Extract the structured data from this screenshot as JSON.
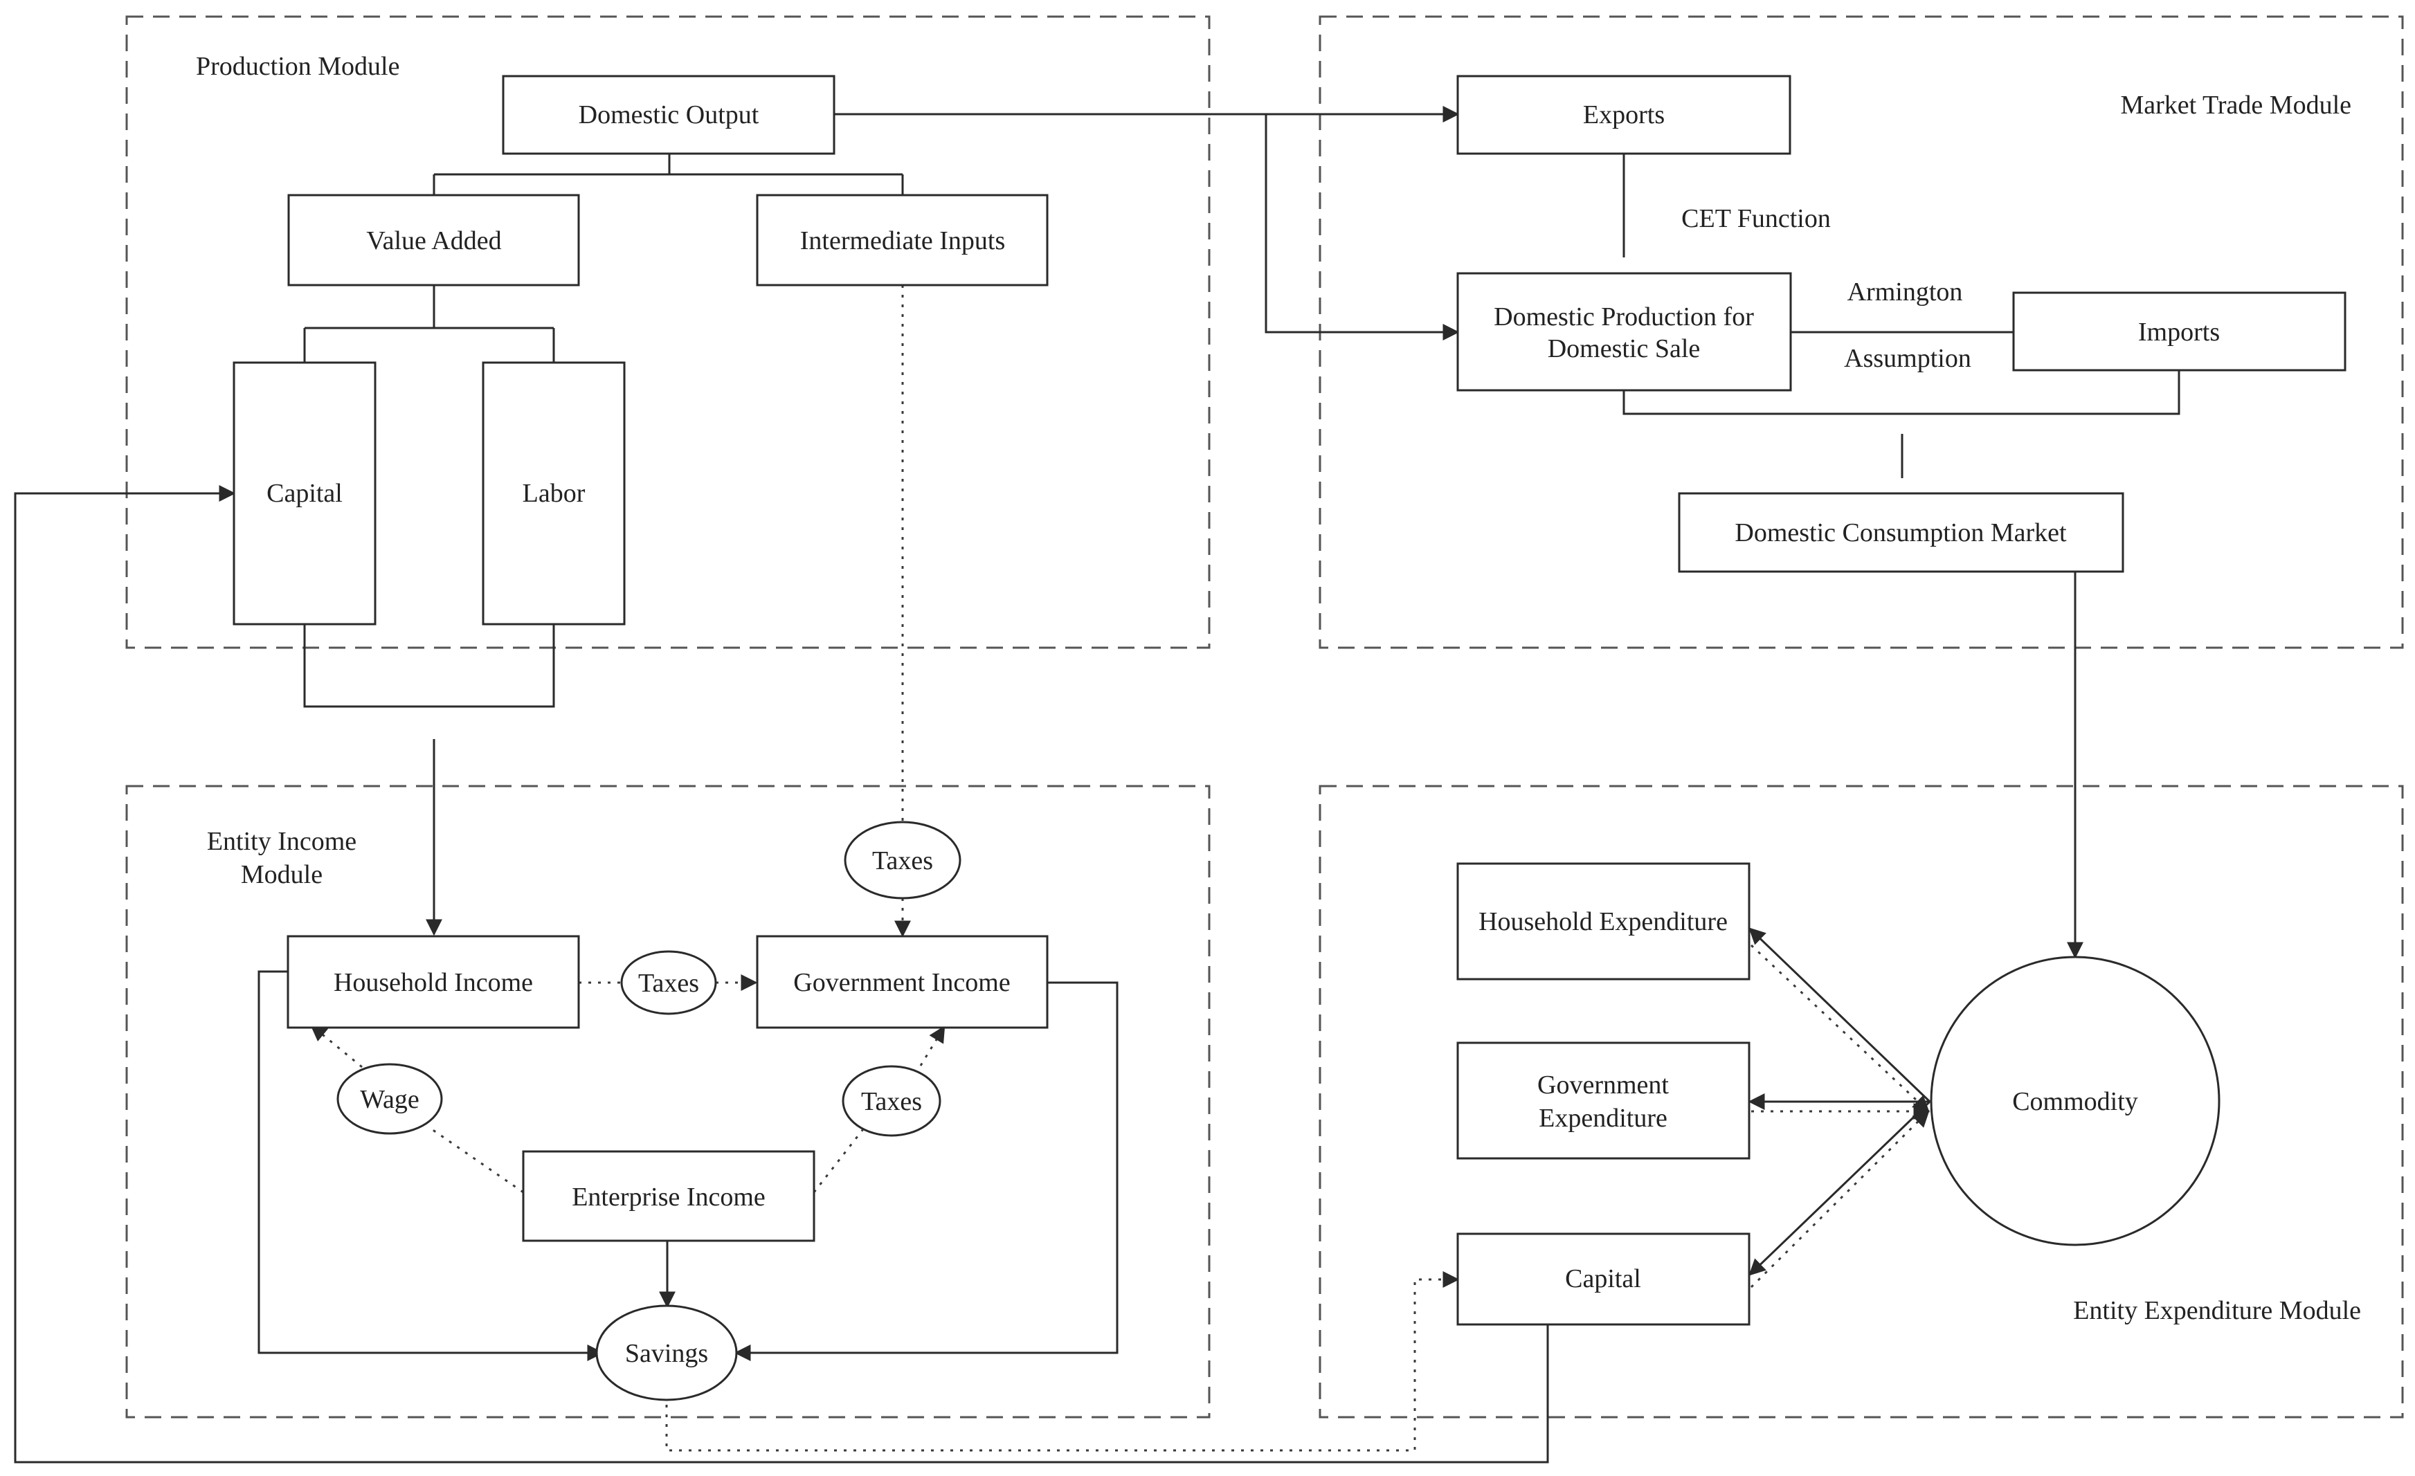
{
  "modules": {
    "production": "Production Module",
    "market_trade": "Market Trade Module",
    "entity_income_line1": "Entity Income",
    "entity_income_line2": "Module",
    "entity_expenditure": "Entity Expenditure Module"
  },
  "nodes": {
    "domestic_output": "Domestic Output",
    "value_added": "Value Added",
    "intermediate_inputs": "Intermediate Inputs",
    "capital_production": "Capital",
    "labor": "Labor",
    "exports": "Exports",
    "domestic_production_line1": "Domestic Production for",
    "domestic_production_line2": "Domestic Sale",
    "imports": "Imports",
    "domestic_consumption_market": "Domestic Consumption Market",
    "household_income": "Household Income",
    "government_income": "Government Income",
    "enterprise_income": "Enterprise Income",
    "savings": "Savings",
    "household_expenditure": "Household Expenditure",
    "government_expenditure_line1": "Government",
    "government_expenditure_line2": "Expenditure",
    "capital_expenditure": "Capital",
    "commodity": "Commodity"
  },
  "labels": {
    "cet_function": "CET Function",
    "armington": "Armington",
    "assumption": "Assumption",
    "taxes_top": "Taxes",
    "taxes_middle": "Taxes",
    "taxes_enterprise": "Taxes",
    "wage": "Wage"
  }
}
